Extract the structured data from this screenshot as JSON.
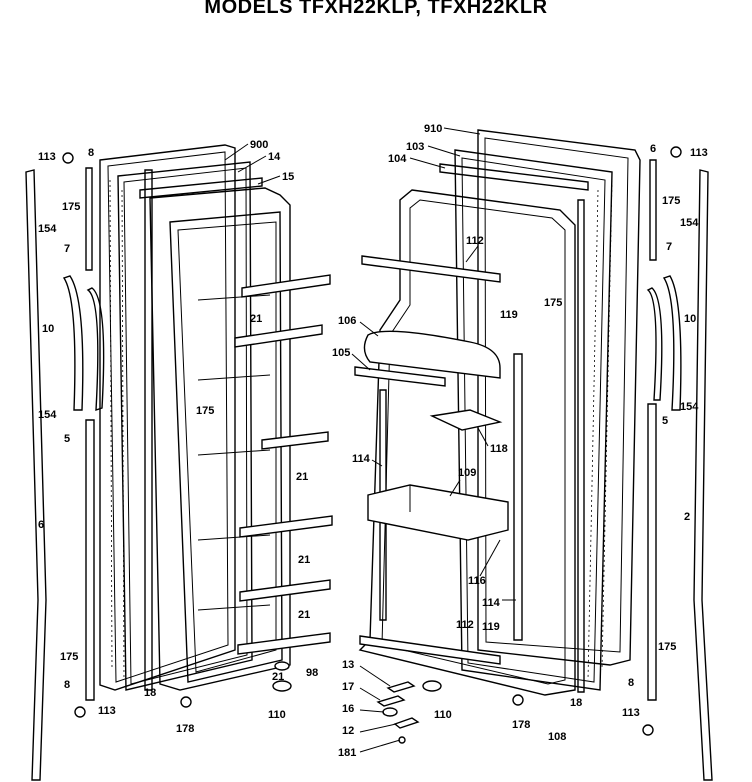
{
  "title": "MODELS TFXH22KLP, TFXH22KLR",
  "callouts_left": [
    "113",
    "8",
    "175",
    "154",
    "7",
    "10",
    "154",
    "5",
    "6",
    "175",
    "8",
    "113",
    "900",
    "14",
    "15",
    "21",
    "21",
    "21",
    "21",
    "21",
    "175",
    "18",
    "98",
    "178",
    "110"
  ],
  "callouts_right": [
    "910",
    "103",
    "104",
    "112",
    "175",
    "106",
    "119",
    "105",
    "118",
    "114",
    "109",
    "116",
    "114",
    "112",
    "119",
    "13",
    "17",
    "16",
    "12",
    "181",
    "110",
    "178",
    "108",
    "18",
    "6",
    "113",
    "175",
    "154",
    "7",
    "10",
    "154",
    "5",
    "2",
    "175",
    "8",
    "113"
  ]
}
